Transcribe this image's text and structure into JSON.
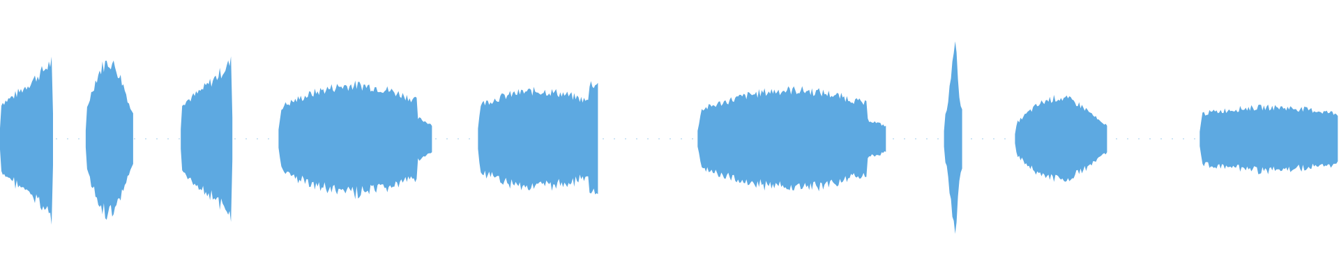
{
  "waveform": {
    "color": "#5DA9E1",
    "segments": [
      {
        "start": 0.0,
        "end": 0.04,
        "shape": "rise",
        "amp": 0.62
      },
      {
        "start": 0.064,
        "end": 0.1,
        "shape": "bump",
        "amp": 0.6
      },
      {
        "start": 0.135,
        "end": 0.174,
        "shape": "rise",
        "amp": 0.62
      },
      {
        "start": 0.208,
        "end": 0.323,
        "shape": "plateau",
        "amp": 0.44
      },
      {
        "start": 0.357,
        "end": 0.447,
        "shape": "swell",
        "amp": 0.44
      },
      {
        "start": 0.521,
        "end": 0.662,
        "shape": "plateau",
        "amp": 0.4
      },
      {
        "start": 0.705,
        "end": 0.719,
        "shape": "spike",
        "amp": 0.74
      },
      {
        "start": 0.758,
        "end": 0.827,
        "shape": "bump",
        "amp": 0.32
      },
      {
        "start": 0.896,
        "end": 1.0,
        "shape": "flat",
        "amp": 0.26
      }
    ]
  }
}
